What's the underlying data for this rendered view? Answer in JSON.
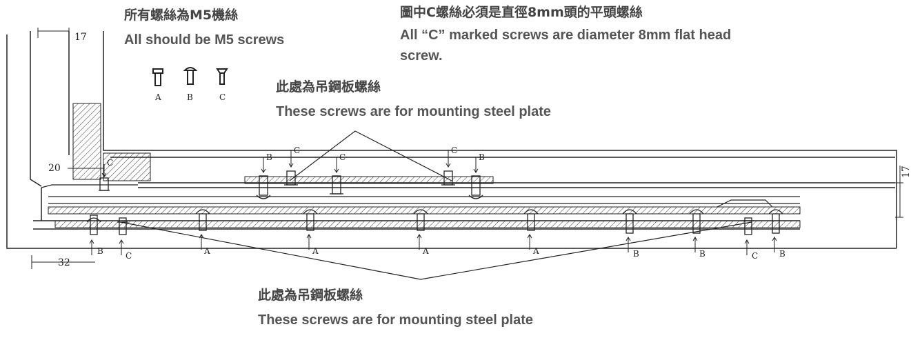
{
  "notes": {
    "top_left_cn": "所有螺絲為M5機絲",
    "top_left_en": "All should be M5 screws",
    "top_right_cn": "圖中C螺絲必須是直徑8mm頭的平頭螺絲",
    "top_right_en_line1": "All “C” marked screws are diameter 8mm flat head",
    "top_right_en_line2": "screw.",
    "middle_cn": "此處為吊鋼板螺絲",
    "middle_en": "These screws are for mounting steel plate",
    "bottom_cn": "此處為吊鋼板螺絲",
    "bottom_en": "These screws are for mounting steel plate"
  },
  "legend": {
    "screws": [
      {
        "label": "A"
      },
      {
        "label": "B"
      },
      {
        "label": "C"
      }
    ]
  },
  "dimensions": {
    "top_width": "17",
    "left_20": "20",
    "bottom_32": "32",
    "right_17": "17"
  },
  "bottom_screws": [
    "B",
    "C",
    "A",
    "A",
    "A",
    "A",
    "B",
    "B",
    "C",
    "B"
  ],
  "top_screws": [
    "C",
    "B",
    "C",
    "C",
    "C",
    "B"
  ]
}
